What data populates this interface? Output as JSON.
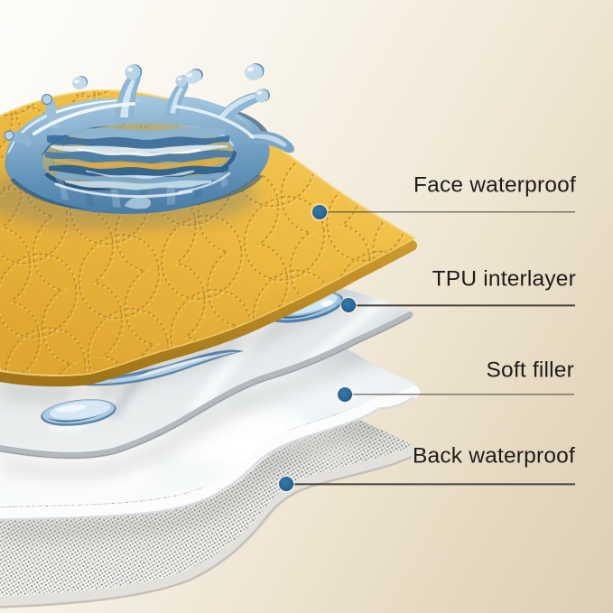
{
  "figure": {
    "type": "product-layer-diagram",
    "subject": "waterproof pad fabric layers with water splash",
    "background_top": "#fdfcfa",
    "background_bottom": "#e1d3ba",
    "dot_color": "#2b6795",
    "line_color": "#45423e",
    "text_color": "#1e1c1a"
  },
  "callouts": {
    "items": [
      {
        "label": "Face waterproof"
      },
      {
        "label": "TPU interlayer"
      },
      {
        "label": "Soft filler"
      },
      {
        "label": "Back waterproof"
      }
    ]
  },
  "layers": [
    {
      "name": "face-waterproof-quilted-top",
      "color": "#e9b53e"
    },
    {
      "name": "tpu-interlayer-film",
      "color": "#e5e9ea"
    },
    {
      "name": "soft-filler-fleece",
      "color": "#f4f6f7"
    },
    {
      "name": "back-waterproof-nonslip",
      "color": "#f3f2ef"
    }
  ]
}
